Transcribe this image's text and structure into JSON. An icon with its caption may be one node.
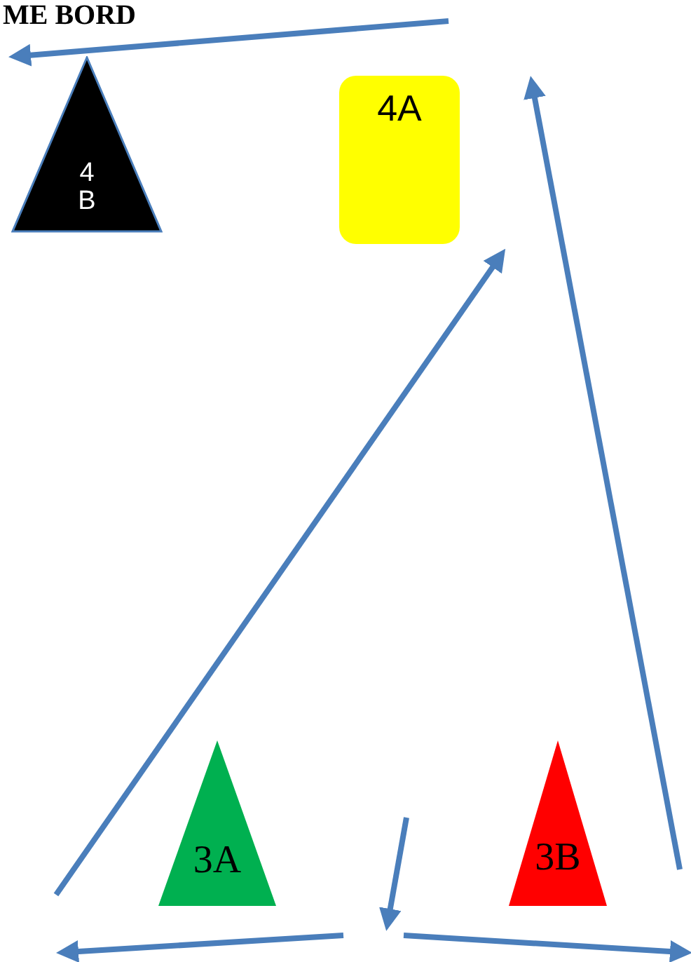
{
  "diagram": {
    "title": "ME BORD",
    "nodes": [
      {
        "text": [
          "4 B"
        ]
      },
      {
        "text": [
          "4A"
        ]
      },
      {
        "text": [
          "3A"
        ]
      },
      {
        "text": [
          "3B"
        ]
      }
    ]
  }
}
